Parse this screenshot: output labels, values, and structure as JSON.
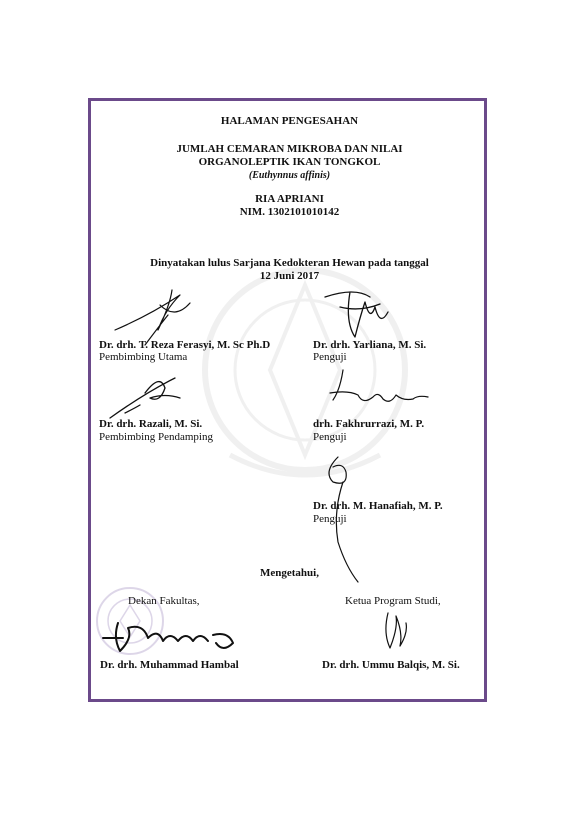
{
  "title": "HALAMAN PENGESAHAN",
  "thesis_title_line1": "JUMLAH CEMARAN MIKROBA DAN NILAI",
  "thesis_title_line2": "ORGANOLEPTIK IKAN TONGKOL",
  "species": "(Euthynnus affinis)",
  "author_name": "RIA APRIANI",
  "author_nim": "NIM. 1302101010142",
  "statement_line1": "Dinyatakan lulus Sarjana Kedokteran Hewan pada tanggal",
  "statement_date": "12 Juni 2017",
  "signatories": {
    "pembimbing_utama": {
      "name": "Dr. drh. T. Reza Ferasyi, M. Sc Ph.D",
      "role": "Pembimbing Utama"
    },
    "pembimbing_pendamping": {
      "name": "Dr. drh. Razali, M. Si.",
      "role": "Pembimbing  Pendamping"
    },
    "penguji_1": {
      "name": "Dr. drh. Yarliana, M. Si.",
      "role": "Penguji"
    },
    "penguji_2": {
      "name": "drh. Fakhrurrazi, M. P.",
      "role": "Penguji"
    },
    "penguji_3": {
      "name": "Dr. drh. M. Hanafiah, M. P.",
      "role": "Penguji"
    }
  },
  "acknowledged": "Mengetahui,",
  "dean": {
    "role": "Dekan Fakultas,",
    "name": "Dr. drh. Muhammad Hambal"
  },
  "program_head": {
    "role": "Ketua Program Studi,",
    "name": "Dr. drh. Ummu Balqis, M. Si."
  },
  "colors": {
    "frame": "#6b4a8a",
    "stamp": "#7a5fa8",
    "ink": "#111111"
  }
}
